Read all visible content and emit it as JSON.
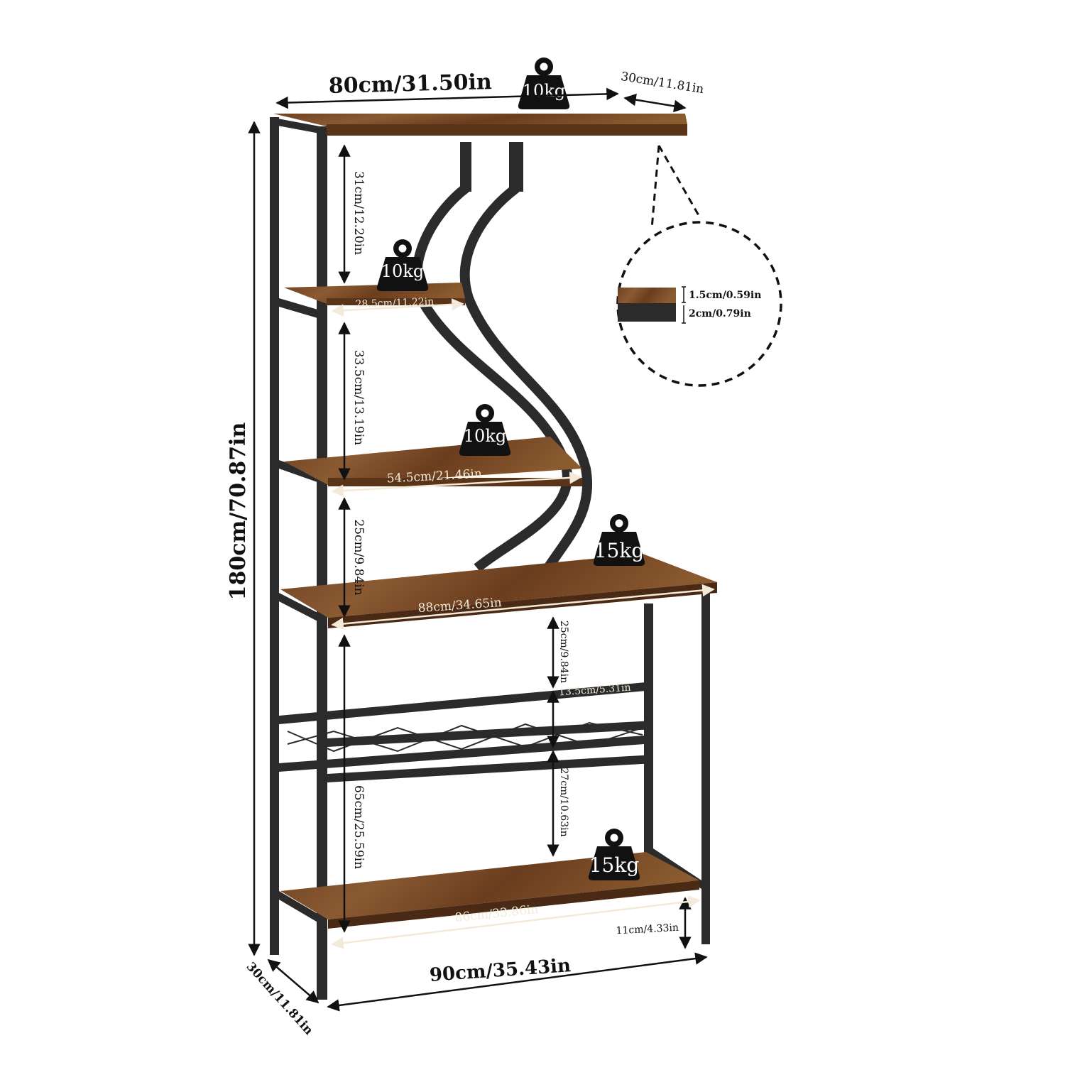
{
  "colors": {
    "frame": "#2b2b2b",
    "wood": "#7a4a26",
    "wood_dark": "#5a3419",
    "text": "#111111"
  },
  "dimensions": {
    "top_width": "80cm/31.50in",
    "top_depth": "30cm/11.81in",
    "total_height": "180cm/70.87in",
    "shelf1_gap": "31cm/12.20in",
    "shelf2_width": "28.5cm/11.22in",
    "shelf2_gap": "33.5cm/13.19in",
    "shelf3_width": "54.5cm/21.46in",
    "shelf3_gap": "25cm/9.84in",
    "shelf4_width": "88cm/34.65in",
    "rack_upper_gap": "25cm/9.84in",
    "rack_height": "13.5cm/5.31in",
    "rack_lower_gap": "27cm/10.63in",
    "lower_gap": "65cm/25.59in",
    "bottom_shelf_width": "86cm/33.86in",
    "floor_clearance": "11cm/4.33in",
    "base_width": "90cm/35.43in",
    "base_depth": "30cm/11.81in",
    "board_thickness": "1.5cm/0.59in",
    "frame_thickness": "2cm/0.79in"
  },
  "weights": [
    "10kg",
    "10kg",
    "10kg",
    "15kg",
    "15kg"
  ],
  "icons": {
    "weight": "weight-icon",
    "detail": "magnify-detail-circle"
  }
}
